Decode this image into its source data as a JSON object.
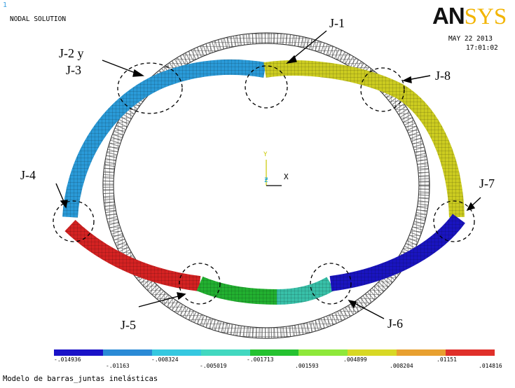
{
  "header": {
    "window_number": "1",
    "title": "NODAL SOLUTION",
    "logo_text_1": "AN",
    "logo_text_2": "SYS",
    "date": "MAY 22 2013",
    "time": "17:01:02"
  },
  "axes_triad": {
    "y": "Y",
    "z": "Z",
    "x": "X"
  },
  "joints": [
    {
      "id": "J-1",
      "label": "J-1"
    },
    {
      "id": "J-2-3",
      "label_line1": "J-2 y",
      "label_line2": "J-3"
    },
    {
      "id": "J-4",
      "label": "J-4"
    },
    {
      "id": "J-5",
      "label": "J-5"
    },
    {
      "id": "J-6",
      "label": "J-6"
    },
    {
      "id": "J-7",
      "label": "J-7"
    },
    {
      "id": "J-8",
      "label": "J-8"
    }
  ],
  "colorbar": {
    "colors": [
      "#1a12c8",
      "#2a8ad6",
      "#35c8e0",
      "#42d8c0",
      "#25c230",
      "#8ee83a",
      "#d8d825",
      "#e8a030",
      "#e0302a"
    ],
    "labels_top": [
      "-.014936",
      "-.008324",
      "-.001713",
      ".004899",
      ".01151"
    ],
    "labels_bottom": [
      "-.01163",
      "-.005019",
      ".001593",
      ".008204",
      ".014816"
    ]
  },
  "caption": "Modelo de barras_juntas inelásticas"
}
